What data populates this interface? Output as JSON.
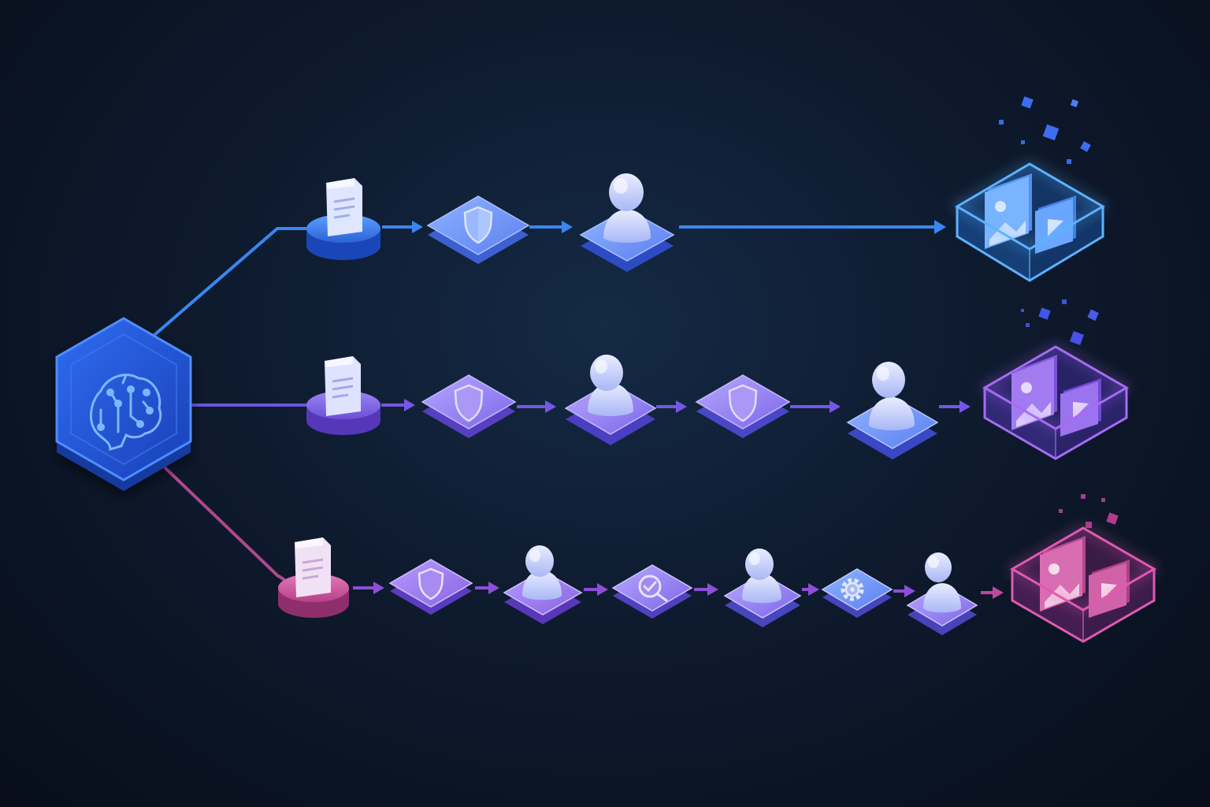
{
  "diagram": {
    "colors": {
      "background": "#0e1a2e",
      "blue": "#3b82f6",
      "violet": "#7c5ce8",
      "magenta": "#d05aa6",
      "tile_light": "#a5b4fc"
    },
    "source": {
      "icon": "brain-circuit-icon"
    },
    "lanes": [
      {
        "id": "lane-1",
        "color": "blue",
        "steps": [
          "document",
          "shield",
          "user"
        ],
        "output": {
          "icons": [
            "image-icon",
            "play-icon"
          ]
        }
      },
      {
        "id": "lane-2",
        "color": "violet",
        "steps": [
          "document",
          "shield",
          "user",
          "shield",
          "user"
        ],
        "output": {
          "icons": [
            "image-icon",
            "play-icon"
          ]
        }
      },
      {
        "id": "lane-3",
        "color": "magenta",
        "steps": [
          "document",
          "shield",
          "user",
          "search-check",
          "user",
          "gear",
          "user"
        ],
        "output": {
          "icons": [
            "image-icon",
            "play-icon"
          ]
        }
      }
    ]
  }
}
